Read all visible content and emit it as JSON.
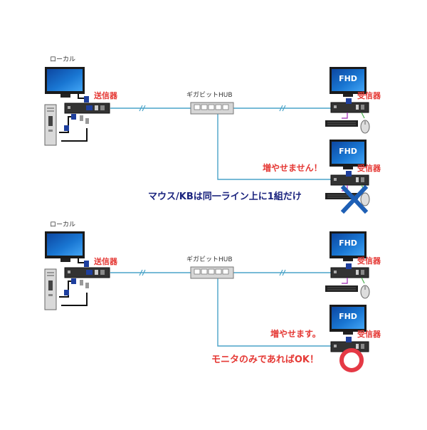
{
  "scenario_top": {
    "local_label": "ローカル",
    "sender_label": "送信器",
    "hub_label": "ギガビットHUB",
    "receiver1": {
      "monitor_text": "FHD",
      "label": "受信器"
    },
    "receiver2": {
      "monitor_text": "FHD",
      "label": "受信器"
    },
    "warning_text": "増やせません！",
    "note_text": "マウス/KBは同一ライン上に1組だけ"
  },
  "scenario_bottom": {
    "local_label": "ローカル",
    "sender_label": "送信器",
    "hub_label": "ギガビットHUB",
    "receiver1": {
      "monitor_text": "FHD",
      "label": "受信器"
    },
    "receiver2": {
      "monitor_text": "FHD",
      "label": "受信器"
    },
    "ok_text": "増やせます。",
    "note_text": "モニタのみであればOK！"
  },
  "colors": {
    "cable": "#4aa3c8",
    "label_red": "#e53935",
    "note_navy": "#1a237e",
    "cross_blue": "#1e5fb5",
    "circle_red": "#e53945",
    "monitor_frame": "#1a1a1a",
    "screen_blue": "#1565c0"
  }
}
